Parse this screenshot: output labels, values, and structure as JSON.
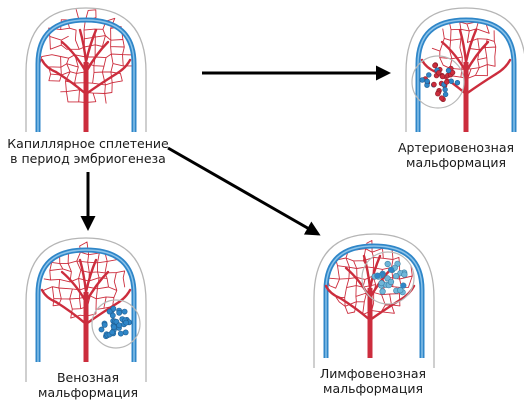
{
  "labels": {
    "capillary": {
      "line1": "Капиллярное сплетение",
      "line2": "в период эмбриогенеза"
    },
    "arteriovenous": {
      "line1": "Артериовенозная",
      "line2": "мальформация"
    },
    "venous": {
      "line1": "Венозная",
      "line2": "мальформация"
    },
    "lymphovenous": {
      "line1": "Лимфовенозная",
      "line2": "мальформация"
    }
  },
  "colors": {
    "artery": "#cc2d3d",
    "vein": "#2f86c8",
    "vein_light": "#8dc4ea",
    "lymph": "#6fb6d9",
    "outline": "#a9a9a9",
    "arrow": "#000000"
  }
}
